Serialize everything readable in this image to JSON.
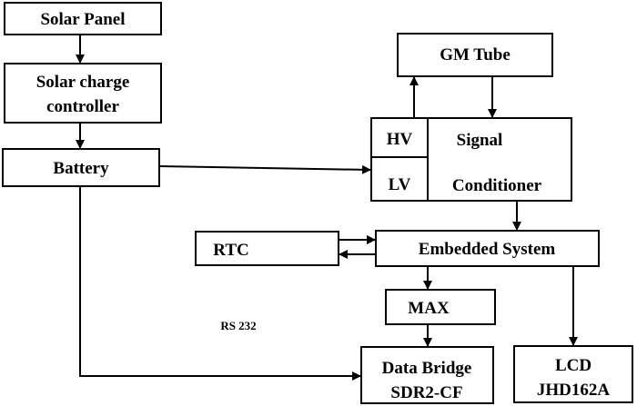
{
  "diagram": {
    "nodes": {
      "solar_panel": "Solar Panel",
      "charge_controller_1": "Solar charge",
      "charge_controller_2": "controller",
      "battery": "Battery",
      "gm_tube": "GM Tube",
      "hv": "HV",
      "lv": "LV",
      "signal_1": "Signal",
      "signal_2": "Conditioner",
      "rtc": "RTC",
      "embedded": "Embedded System",
      "max": "MAX",
      "bridge_1": "Data Bridge",
      "bridge_2": "SDR2-CF",
      "lcd_1": "LCD",
      "lcd_2": "JHD162A"
    },
    "annotations": {
      "rs232": "RS 232"
    }
  }
}
